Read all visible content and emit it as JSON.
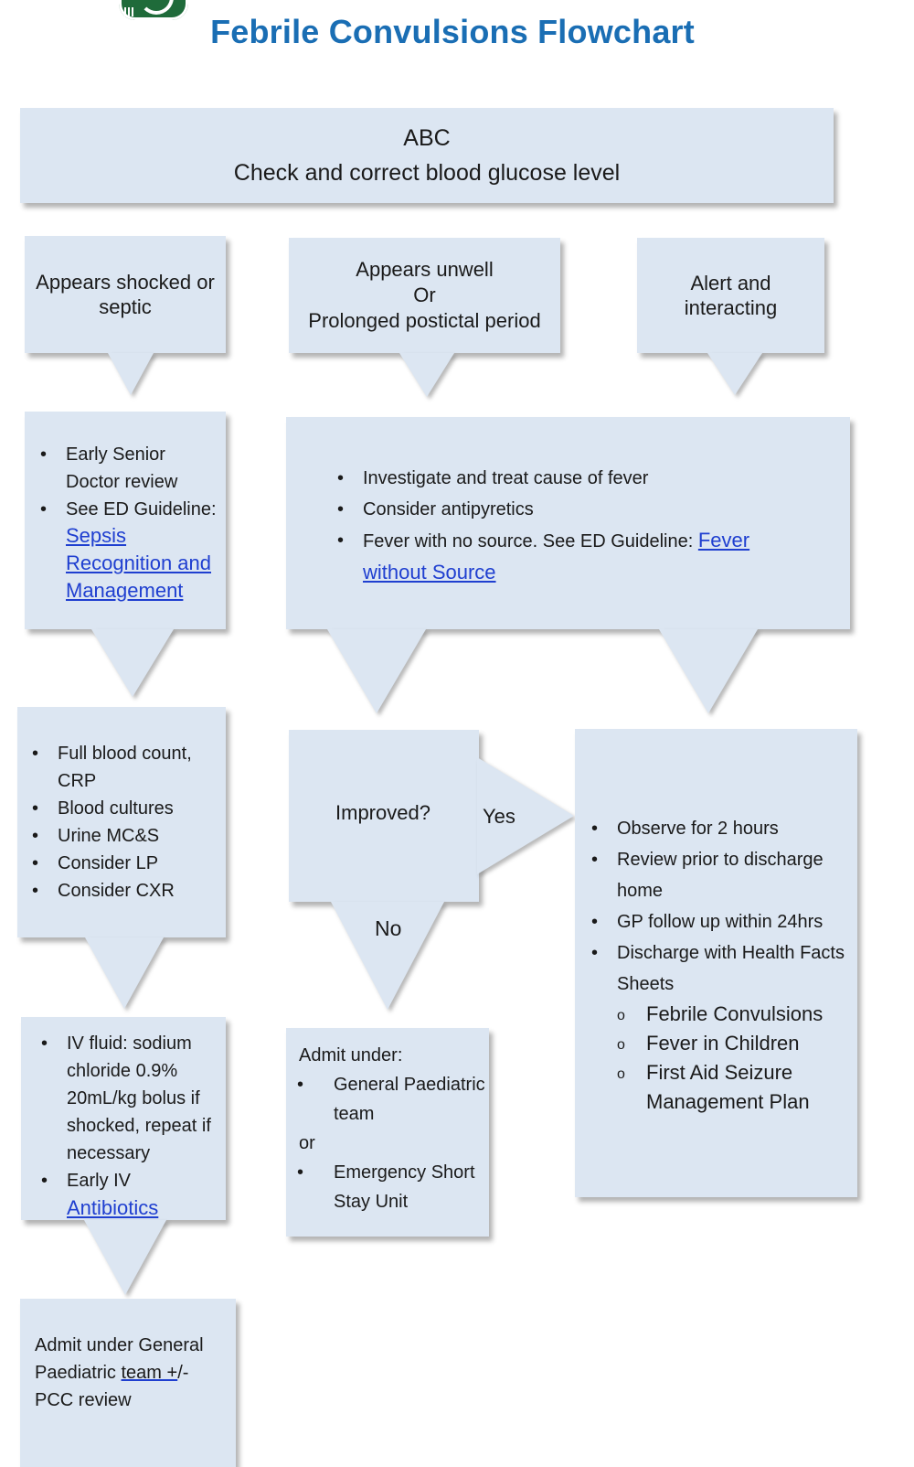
{
  "title": "Febrile Convulsions Flowchart",
  "top_box": {
    "line1": "ABC",
    "line2": "Check and correct blood glucose level"
  },
  "col_left": {
    "head": "Appears shocked or septic",
    "review": {
      "items": [
        "Early Senior Doctor review",
        "See ED Guideline:"
      ],
      "link": "Sepsis Recognition and Management"
    },
    "investigations": [
      "Full blood count, CRP",
      "Blood cultures",
      "Urine MC&S",
      "Consider LP",
      "Consider CXR"
    ],
    "treatment": {
      "item1": "IV fluid: sodium chloride 0.9% 20mL/kg bolus if shocked, repeat if necessary",
      "item2": "Early IV",
      "link": "Antibiotics"
    },
    "admit": {
      "pre": "Admit under General Paediatric ",
      "link": "team  +",
      "post": "/- PCC review"
    }
  },
  "col_mid": {
    "head": {
      "line1": "Appears unwell",
      "line2": "Or",
      "line3": "Prolonged postictal period"
    },
    "improved": {
      "question": "Improved?",
      "yes": "Yes",
      "no": "No"
    },
    "admit": {
      "heading": "Admit under:",
      "option1": "General Paediatric team",
      "or": "or",
      "option2": "Emergency Short Stay Unit"
    }
  },
  "col_right": {
    "head": "Alert and interacting",
    "observe": {
      "items": [
        "Observe for 2 hours",
        "Review prior to discharge home",
        "GP follow up within 24hrs",
        "Discharge with Health Facts Sheets"
      ],
      "subitems": [
        "Febrile Convulsions",
        "Fever in Children",
        "First Aid Seizure Management Plan"
      ]
    }
  },
  "wide_box": {
    "item1": "Investigate and treat cause of fever",
    "item2": "Consider antipyretics",
    "item3_pre": "Fever with no source. See ED Guideline: ",
    "item3_link": "Fever without Source"
  },
  "colors": {
    "box_fill": "#dce6f2",
    "title": "#1a6eb4",
    "link": "#1f3fd0"
  },
  "icons": [
    "logo-icon"
  ]
}
